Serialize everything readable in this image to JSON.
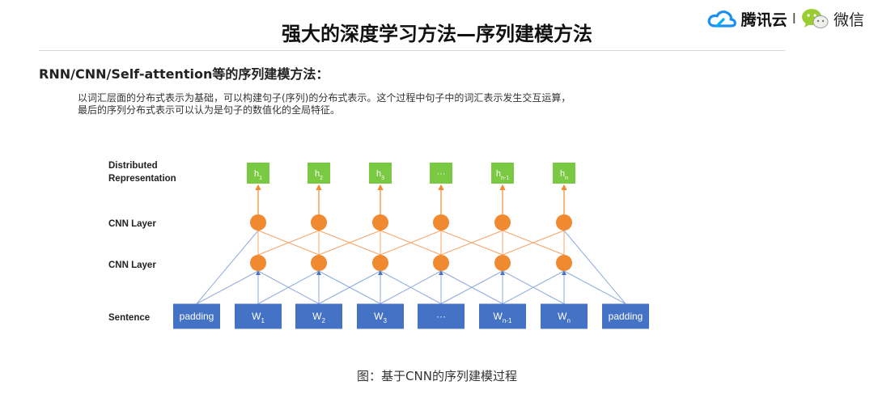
{
  "header": {
    "title": "强大的深度学习方法—序列建模方法",
    "brand_tencent": "腾讯云",
    "brand_separator": "I",
    "brand_wechat": "微信",
    "tencent_icon": "tencent-cloud-logo",
    "wechat_icon": "wechat-logo"
  },
  "section": {
    "subtitle": "RNN/CNN/Self-attention等的序列建模方法：",
    "desc_line1": "以词汇层面的分布式表示为基础，可以构建句子(序列)的分布式表示。这个过程中句子中的词汇表示发生交互运算，",
    "desc_line2": "最后的序列分布式表示可以认为是句子的数值化的全局特征。"
  },
  "diagram": {
    "row_labels": {
      "distributed_1": "Distributed",
      "distributed_2": "Representation",
      "cnn_top": "CNN Layer",
      "cnn_bottom": "CNN Layer",
      "sentence": "Sentence"
    },
    "outputs": [
      {
        "base": "h",
        "sub": "1"
      },
      {
        "base": "h",
        "sub": "2"
      },
      {
        "base": "h",
        "sub": "3"
      },
      {
        "base": "···",
        "sub": ""
      },
      {
        "base": "h",
        "sub": "n-1"
      },
      {
        "base": "h",
        "sub": "n"
      }
    ],
    "inputs": [
      {
        "base": "padding",
        "sub": ""
      },
      {
        "base": "W",
        "sub": "1"
      },
      {
        "base": "W",
        "sub": "2"
      },
      {
        "base": "W",
        "sub": "3"
      },
      {
        "base": "···",
        "sub": ""
      },
      {
        "base": "W",
        "sub": "n-1"
      },
      {
        "base": "W",
        "sub": "n"
      },
      {
        "base": "padding",
        "sub": ""
      }
    ],
    "colors": {
      "output_box": "#7ac943",
      "node": "#f08a30",
      "input_box": "#4472c4",
      "orange_line": "#f4a46a",
      "blue_line": "#8faadc"
    }
  },
  "caption": "图：基于CNN的序列建模过程"
}
